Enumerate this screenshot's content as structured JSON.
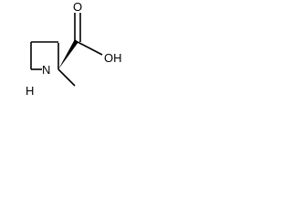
{
  "molecule": {
    "labels": {
      "carbonyl_oxygen": "O",
      "hydroxyl": "OH",
      "ring_nitrogen": "N",
      "nitrogen_hydrogen": "H"
    }
  }
}
